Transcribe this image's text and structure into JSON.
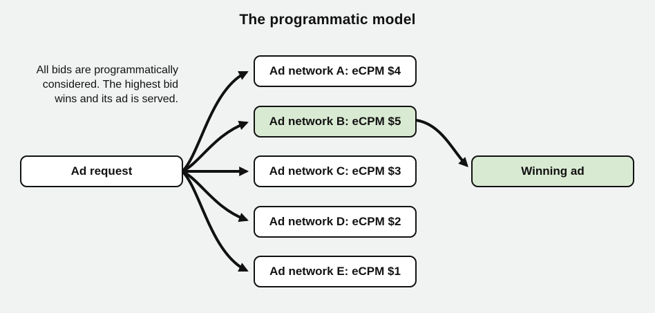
{
  "title": "The programmatic model",
  "description_lines": [
    "All bids are programmatically",
    "considered. The highest bid",
    "wins and its ad is served."
  ],
  "nodes": {
    "ad_request": {
      "label": "Ad request",
      "highlighted": false
    },
    "networks": [
      {
        "label": "Ad network A: eCPM $4",
        "ecpm": 4,
        "highlighted": false
      },
      {
        "label": "Ad network B: eCPM $5",
        "ecpm": 5,
        "highlighted": true
      },
      {
        "label": "Ad network C: eCPM $3",
        "ecpm": 3,
        "highlighted": false
      },
      {
        "label": "Ad network D: eCPM $2",
        "ecpm": 2,
        "highlighted": false
      },
      {
        "label": "Ad network E: eCPM $1",
        "ecpm": 1,
        "highlighted": false
      }
    ],
    "winning_ad": {
      "label": "Winning ad",
      "highlighted": true
    }
  },
  "edges": [
    {
      "from": "ad_request",
      "to": "network_a"
    },
    {
      "from": "ad_request",
      "to": "network_b"
    },
    {
      "from": "ad_request",
      "to": "network_c"
    },
    {
      "from": "ad_request",
      "to": "network_d"
    },
    {
      "from": "ad_request",
      "to": "network_e"
    },
    {
      "from": "network_b",
      "to": "winning_ad"
    }
  ],
  "colors": {
    "background": "#f1f2f2",
    "box_fill": "#ffffff",
    "highlight_fill": "#d9ead3",
    "box_border": "#111111",
    "arrow": "#111111",
    "text": "#111111"
  }
}
